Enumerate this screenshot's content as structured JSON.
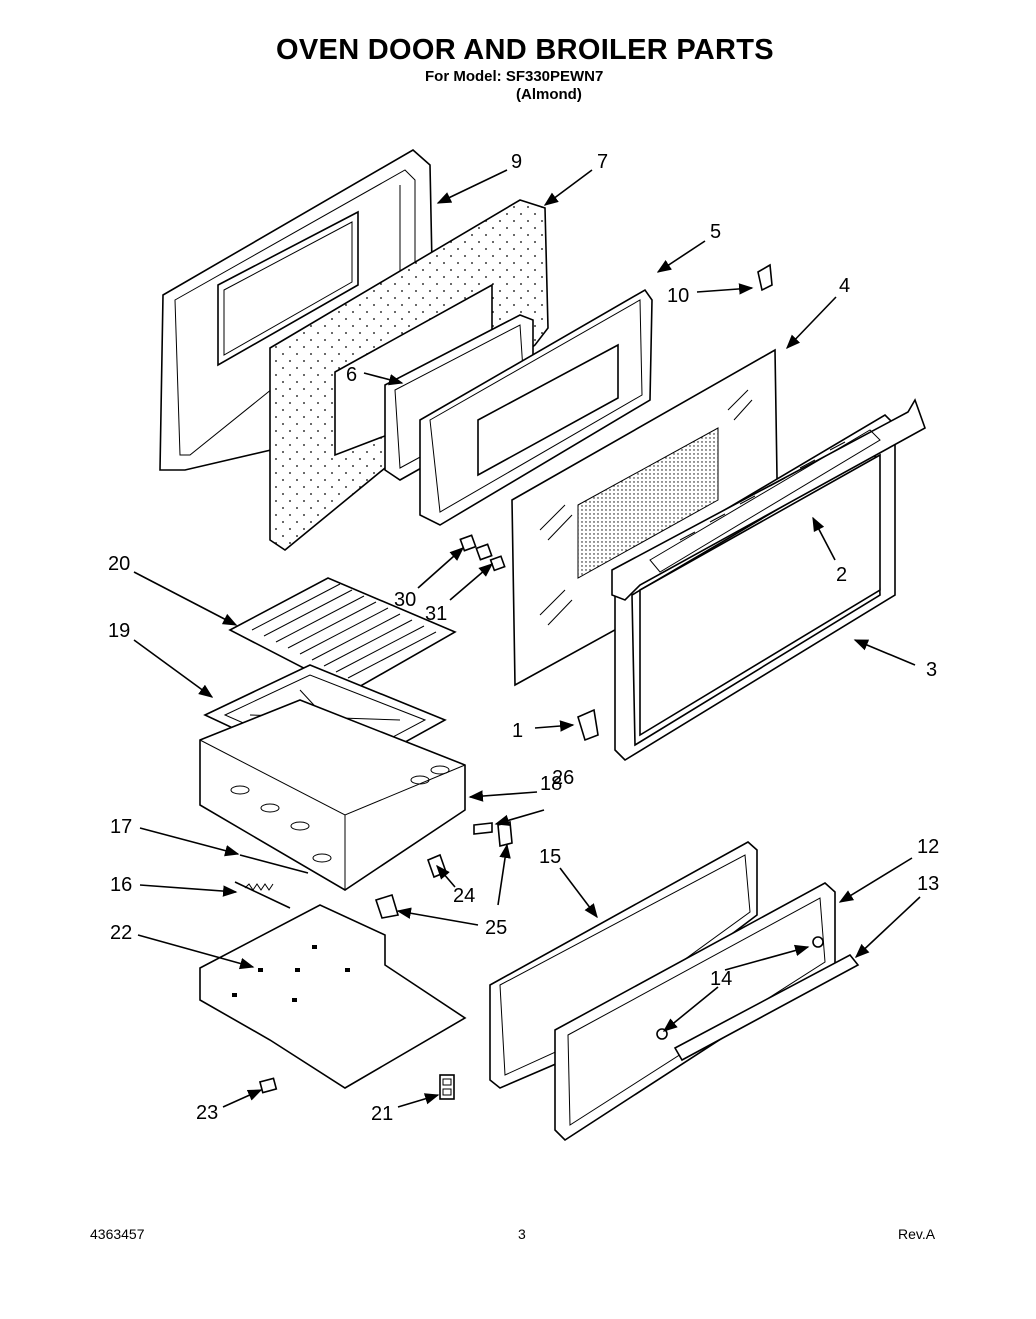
{
  "page": {
    "title": "OVEN DOOR AND BROILER PARTS",
    "model_line": "For Model: SF330PEWN7",
    "color_line": "(Almond)",
    "doc_number": "4363457",
    "page_number": "3",
    "revision": "Rev.A"
  },
  "callouts": {
    "c1": "1",
    "c2": "2",
    "c3": "3",
    "c4": "4",
    "c5": "5",
    "c6": "6",
    "c7": "7",
    "c9": "9",
    "c10": "10",
    "c12": "12",
    "c13": "13",
    "c14": "14",
    "c15": "15",
    "c16": "16",
    "c17": "17",
    "c18": "18",
    "c19": "19",
    "c20": "20",
    "c21": "21",
    "c22": "22",
    "c23": "23",
    "c24": "24",
    "c25": "25",
    "c26": "26",
    "c30": "30",
    "c31": "31"
  }
}
